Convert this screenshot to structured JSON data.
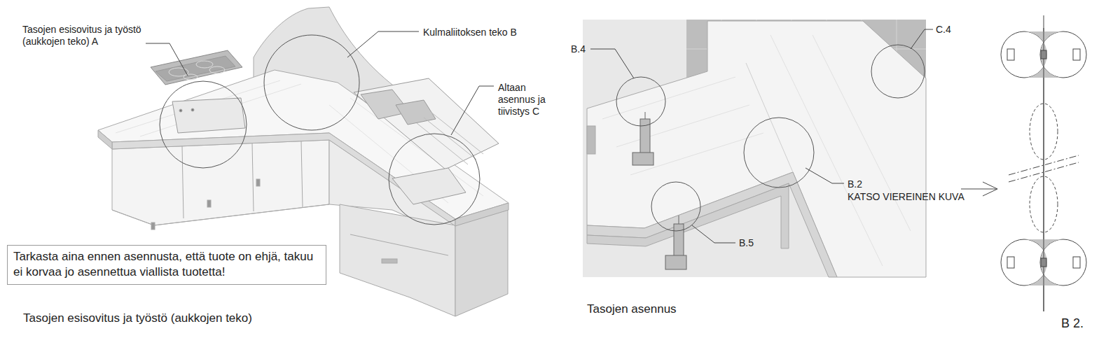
{
  "diagram": {
    "nodes": [
      {
        "text": [
          "Tarkasta aina ennen asennusta, että tuote on ehjä, takuu ei korvaa jo asennettua viallista tuotetta!"
        ]
      }
    ],
    "labels": [
      "Tasojen esisovitus ja työstö (aukkojen teko) A",
      "Kulmaliitoksen teko B",
      "Altaan asennus ja tiivistys C",
      "Tasojen esisovitus ja työstö (aukkojen teko)",
      "B.4",
      "C.4",
      "B.2",
      "KATSO VIEREINEN KUVA",
      "B.5",
      "Tasojen asennus",
      "B 2."
    ]
  }
}
